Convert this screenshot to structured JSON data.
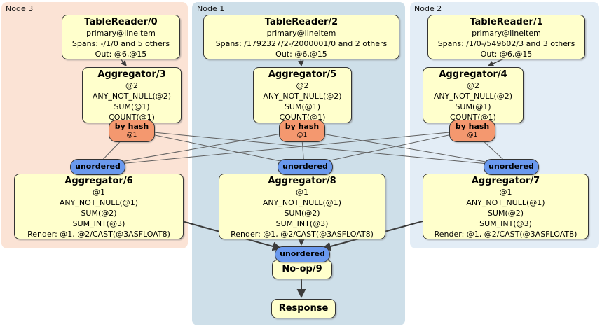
{
  "regions": [
    {
      "label": "Node 3"
    },
    {
      "label": "Node 1"
    },
    {
      "label": "Node 2"
    }
  ],
  "table_readers": [
    {
      "title": "TableReader/0",
      "lines": [
        "primary@lineitem",
        "Spans: -/1/0 and 5 others",
        "Out: @6,@15"
      ]
    },
    {
      "title": "TableReader/2",
      "lines": [
        "primary@lineitem",
        "Spans: /1792327/2-/2000001/0 and 2 others",
        "Out: @6,@15"
      ]
    },
    {
      "title": "TableReader/1",
      "lines": [
        "primary@lineitem",
        "Spans: /1/0-/549602/3 and 3 others",
        "Out: @6,@15"
      ]
    }
  ],
  "stage1_aggregators": [
    {
      "title": "Aggregator/3",
      "lines": [
        "@2",
        "ANY_NOT_NULL(@2)",
        "SUM(@1)",
        "COUNT(@1)"
      ]
    },
    {
      "title": "Aggregator/5",
      "lines": [
        "@2",
        "ANY_NOT_NULL(@2)",
        "SUM(@1)",
        "COUNT(@1)"
      ]
    },
    {
      "title": "Aggregator/4",
      "lines": [
        "@2",
        "ANY_NOT_NULL(@2)",
        "SUM(@1)",
        "COUNT(@1)"
      ]
    }
  ],
  "router": {
    "label": "by hash",
    "key": "@1"
  },
  "sync": {
    "label": "unordered"
  },
  "stage2_aggregators": [
    {
      "title": "Aggregator/6",
      "lines": [
        "@1",
        "ANY_NOT_NULL(@1)",
        "SUM(@2)",
        "SUM_INT(@3)",
        "Render: @1, @2/CAST(@3ASFLOAT8)"
      ]
    },
    {
      "title": "Aggregator/8",
      "lines": [
        "@1",
        "ANY_NOT_NULL(@1)",
        "SUM(@2)",
        "SUM_INT(@3)",
        "Render: @1, @2/CAST(@3ASFLOAT8)"
      ]
    },
    {
      "title": "Aggregator/7",
      "lines": [
        "@1",
        "ANY_NOT_NULL(@1)",
        "SUM(@2)",
        "SUM_INT(@3)",
        "Render: @1, @2/CAST(@3ASFLOAT8)"
      ]
    }
  ],
  "final": {
    "noop_title": "No-op/9",
    "response_title": "Response"
  },
  "edges": [
    [
      "TableReader/0",
      "Aggregator/3"
    ],
    [
      "TableReader/2",
      "Aggregator/5"
    ],
    [
      "TableReader/1",
      "Aggregator/4"
    ],
    [
      "Aggregator/3 by hash",
      "unordered/Aggregator/6"
    ],
    [
      "Aggregator/3 by hash",
      "unordered/Aggregator/8"
    ],
    [
      "Aggregator/3 by hash",
      "unordered/Aggregator/7"
    ],
    [
      "Aggregator/5 by hash",
      "unordered/Aggregator/6"
    ],
    [
      "Aggregator/5 by hash",
      "unordered/Aggregator/8"
    ],
    [
      "Aggregator/5 by hash",
      "unordered/Aggregator/7"
    ],
    [
      "Aggregator/4 by hash",
      "unordered/Aggregator/6"
    ],
    [
      "Aggregator/4 by hash",
      "unordered/Aggregator/8"
    ],
    [
      "Aggregator/4 by hash",
      "unordered/Aggregator/7"
    ],
    [
      "Aggregator/6",
      "unordered/No-op/9"
    ],
    [
      "Aggregator/8",
      "unordered/No-op/9"
    ],
    [
      "Aggregator/7",
      "unordered/No-op/9"
    ],
    [
      "No-op/9",
      "Response"
    ]
  ],
  "colors": {
    "node3_bg": "#fbe3d5",
    "node1_bg": "#cedfe9",
    "node2_bg": "#e3edf6",
    "node_box_bg": "#ffffcc",
    "router_bg": "#f4986f",
    "sync_bg": "#6a99ee",
    "edge": "#5a5a5a"
  }
}
